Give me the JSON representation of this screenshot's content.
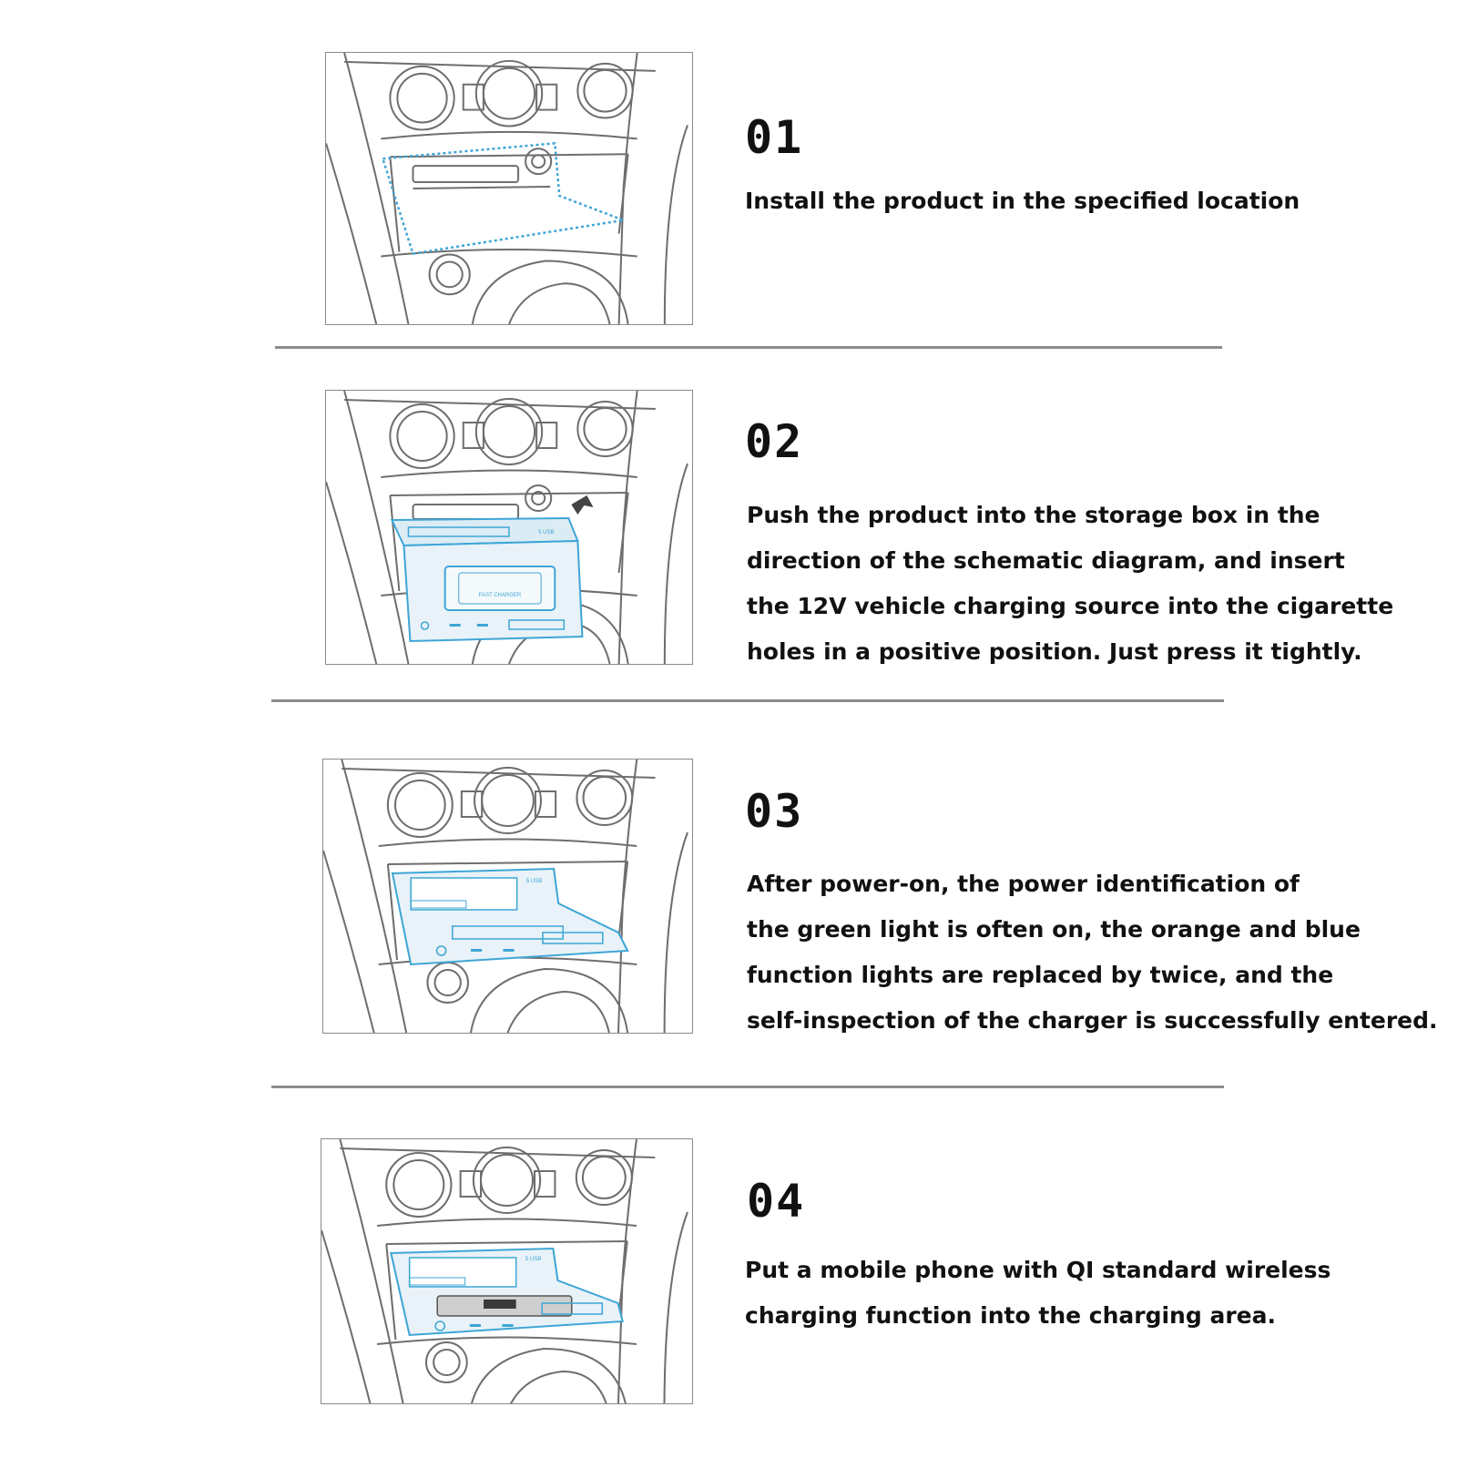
{
  "colors": {
    "line": "#6e6e6e",
    "accent": "#3ea6d6",
    "accent_fill": "#dcecf5",
    "divider": "#8c8c8c"
  },
  "steps": [
    {
      "number": "01",
      "lines": [
        "Install the product in the specified location"
      ]
    },
    {
      "number": "02",
      "lines": [
        "Push the product into the storage box in the",
        "direction of the schematic diagram, and insert",
        "the 12V vehicle charging source into the cigarette",
        "holes in a positive position. Just press it tightly."
      ]
    },
    {
      "number": "03",
      "lines": [
        "After power-on, the power identification of",
        "the green light is often on, the orange and blue",
        "function lights are replaced by twice, and the",
        "self-inspection of the charger is successfully entered."
      ]
    },
    {
      "number": "04",
      "lines": [
        "Put a mobile phone with QI standard wireless",
        "charging function into the charging area."
      ]
    }
  ],
  "labels": {
    "fast_charger": "FAST CHARGER",
    "usb_port": "5 USB"
  }
}
